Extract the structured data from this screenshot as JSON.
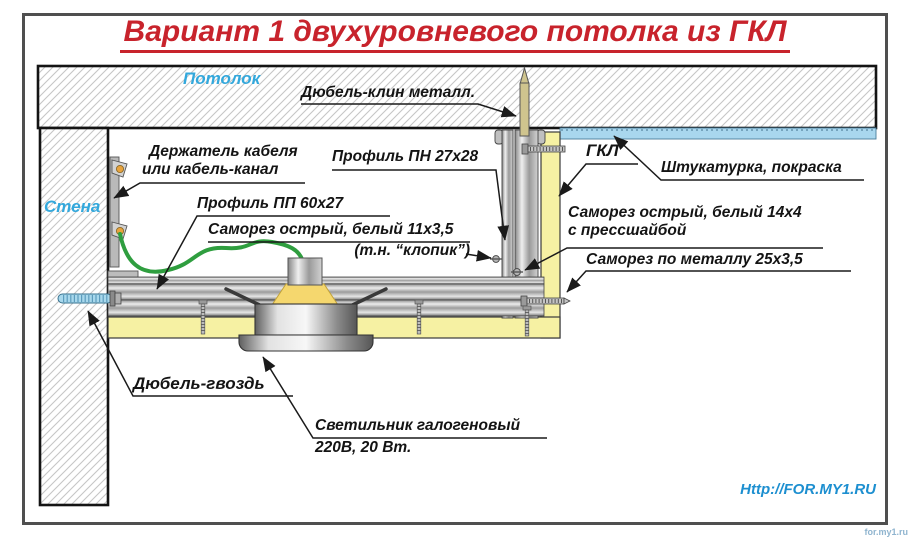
{
  "title": "Вариант 1 двухуровневого потолка из ГКЛ",
  "region_labels": {
    "ceiling": "Потолок",
    "wall": "Стена"
  },
  "annotations": {
    "dowel_wedge": "Дюбель-клин металл.",
    "cable_holder_line1": "Держатель кабеля",
    "cable_holder_line2": "или кабель-канал",
    "profile_pn": "Профиль ПН 27x28",
    "profile_pp": "Профиль ПП 60x27",
    "screw_klopik_line1": "Саморез острый, белый 11x3,5",
    "screw_klopik_line2": "(т.н. “клопик”)",
    "gkl": "ГКЛ",
    "plaster": "Штукатурка, покраска",
    "screw_14_line1": "Саморез острый, белый 14x4",
    "screw_14_line2": "с прессшайбой",
    "screw_25": "Саморез по металлу 25x3,5",
    "dowel_nail": "Дюбель-гвоздь",
    "lamp_line1": "Светильник галогеновый",
    "lamp_line2": "220В, 20 Вт."
  },
  "footer": {
    "url": "Http://FOR.MY1.RU",
    "watermark": "for.my1.ru"
  },
  "colors": {
    "title_red": "#c8232c",
    "label_blue": "#33a8dc",
    "url_blue": "#1d8fd0",
    "gkl_yellow": "#f6f1a3",
    "plaster_blue": "#a9d7ee",
    "cable_green": "#2f9e3f",
    "dowel_blue": "#a8d8ec",
    "dowel_wedge_tan": "#cfc48e",
    "lamp_yellow": "#f5d76e",
    "metal_gray": "#b5b5b5",
    "frame_gray": "#4f4f4f"
  }
}
